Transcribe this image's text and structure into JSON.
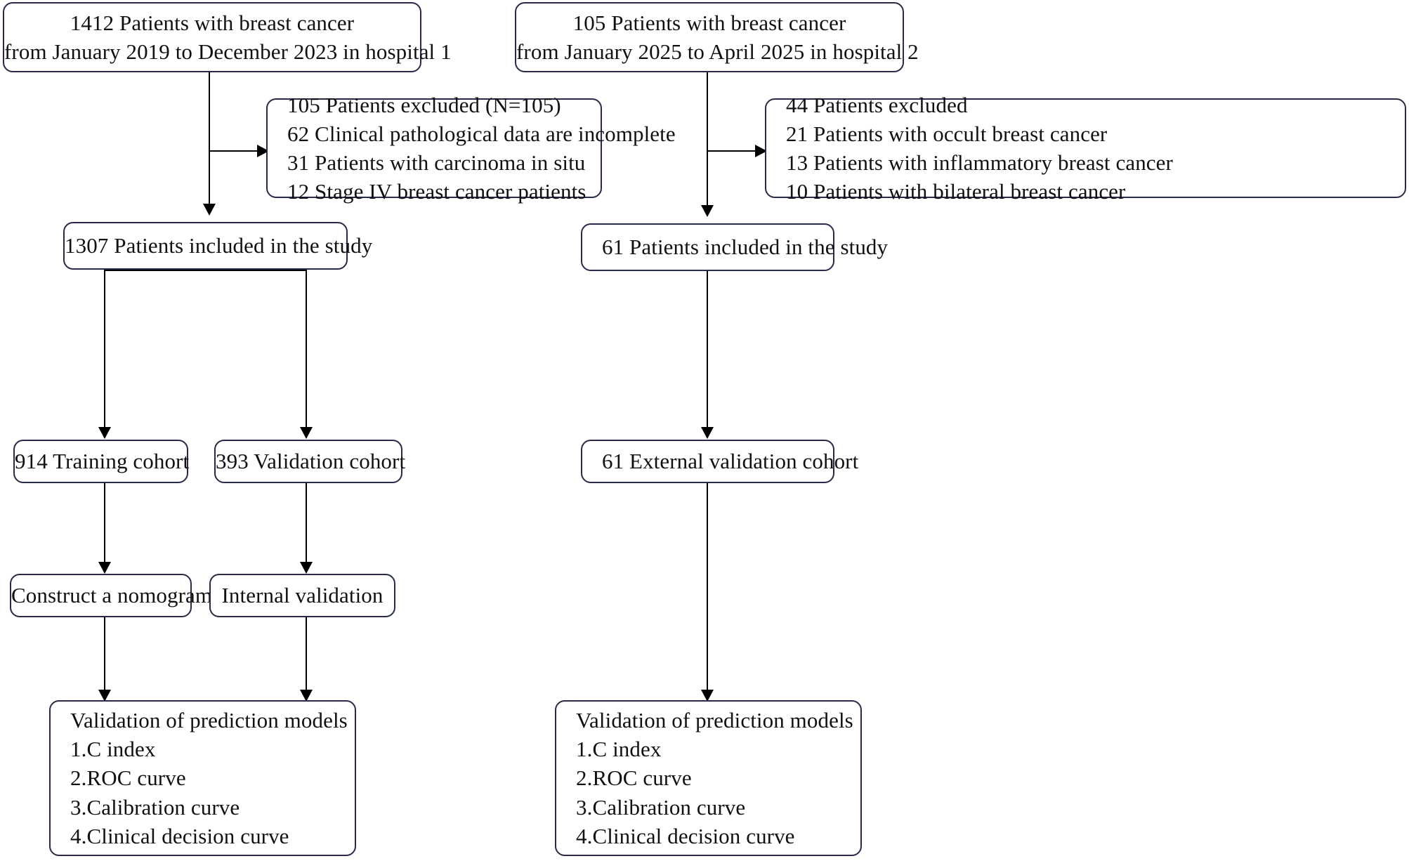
{
  "diagram": {
    "title": "Patient selection flowchart",
    "accent_border_color": "#282b47",
    "connector_color": "#000000",
    "background_color": "#ffffff"
  },
  "nodes": {
    "source_hospital1": {
      "line1": "1412 Patients with breast cancer",
      "line2": "from January 2019 to December 2023 in hospital 1"
    },
    "source_hospital2": {
      "line1": "105 Patients with breast cancer",
      "line2": "from January 2025 to April 2025 in hospital 2"
    },
    "excluded_hospital1": {
      "line1": "105 Patients excluded (N=105)",
      "line2": "62 Clinical pathological data are incomplete",
      "line3": "31 Patients with carcinoma in situ",
      "line4": "12 Stage IV breast cancer patients"
    },
    "excluded_hospital2": {
      "line1": "44 Patients excluded",
      "line2": "21 Patients with occult breast cancer",
      "line3": "13 Patients with inflammatory breast cancer",
      "line4": "10 Patients with bilateral breast cancer"
    },
    "included_hospital1": {
      "line1": "1307 Patients included in the study"
    },
    "included_hospital2": {
      "line1": "61 Patients included in the study"
    },
    "training_cohort": {
      "line1": "914 Training cohort"
    },
    "validation_cohort": {
      "line1": "393 Validation cohort"
    },
    "external_validation_cohort": {
      "line1": "61 External  validation cohort"
    },
    "construct_nomogram": {
      "line1": "Construct a nomogram"
    },
    "internal_validation": {
      "line1": "Internal validation"
    },
    "validation_models_left": {
      "line1": "Validation of prediction models",
      "line2": "1.C index",
      "line3": "2.ROC curve",
      "line4": "3.Calibration curve",
      "line5": "4.Clinical decision curve"
    },
    "validation_models_right": {
      "line1": "Validation of prediction models",
      "line2": "1.C index",
      "line3": "2.ROC curve",
      "line4": "3.Calibration curve",
      "line5": "4.Clinical decision curve"
    }
  }
}
